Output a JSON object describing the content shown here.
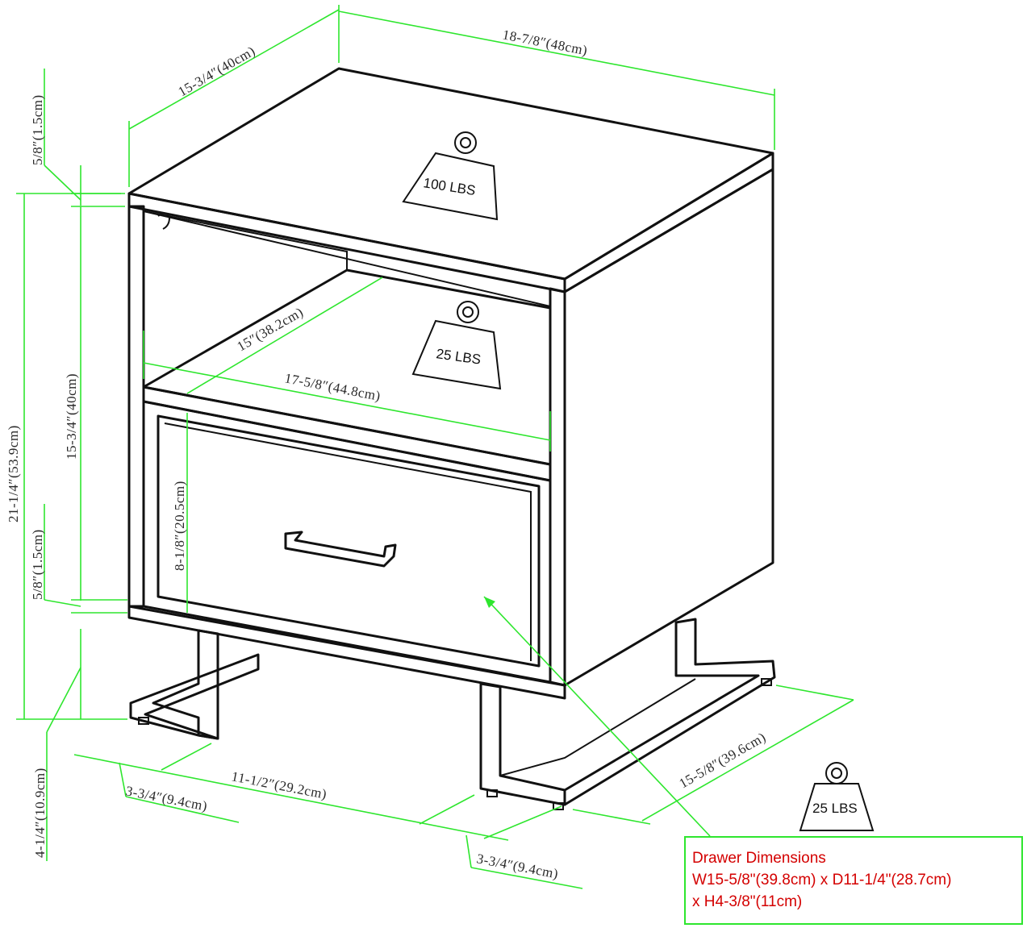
{
  "dimensions": {
    "top_depth": "15-3/4″(40cm)",
    "top_width": "18-7/8″(48cm)",
    "top_thickness": "5/8″(1.5cm)",
    "overall_height": "21-1/4″(53.9cm)",
    "body_height": "15-3/4″(40cm)",
    "bottom_thickness": "5/8″(1.5cm)",
    "leg_height": "4-1/4″(10.9cm)",
    "shelf_depth": "15″(38.2cm)",
    "shelf_width": "17-5/8″(44.8cm)",
    "drawer_front_height": "8-1/8″(20.5cm)",
    "leg_left_offset": "3-3/4″(9.4cm)",
    "leg_span": "11-1/2″(29.2cm)",
    "leg_right_offset": "3-3/4″(9.4cm)",
    "base_depth": "15-5/8″(39.6cm)"
  },
  "weights": {
    "top": "100 LBS",
    "shelf": "25 LBS",
    "drawer": "25 LBS"
  },
  "drawer_note": {
    "title": "Drawer Dimensions",
    "line1": "W15-5/8\"(39.8cm) x D11-1/4\"(28.7cm)",
    "line2": "x H4-3/8\"(11cm)"
  },
  "colors": {
    "dimension_lines": "#2ee62e",
    "note_text": "#d40000",
    "outline": "#111111"
  }
}
